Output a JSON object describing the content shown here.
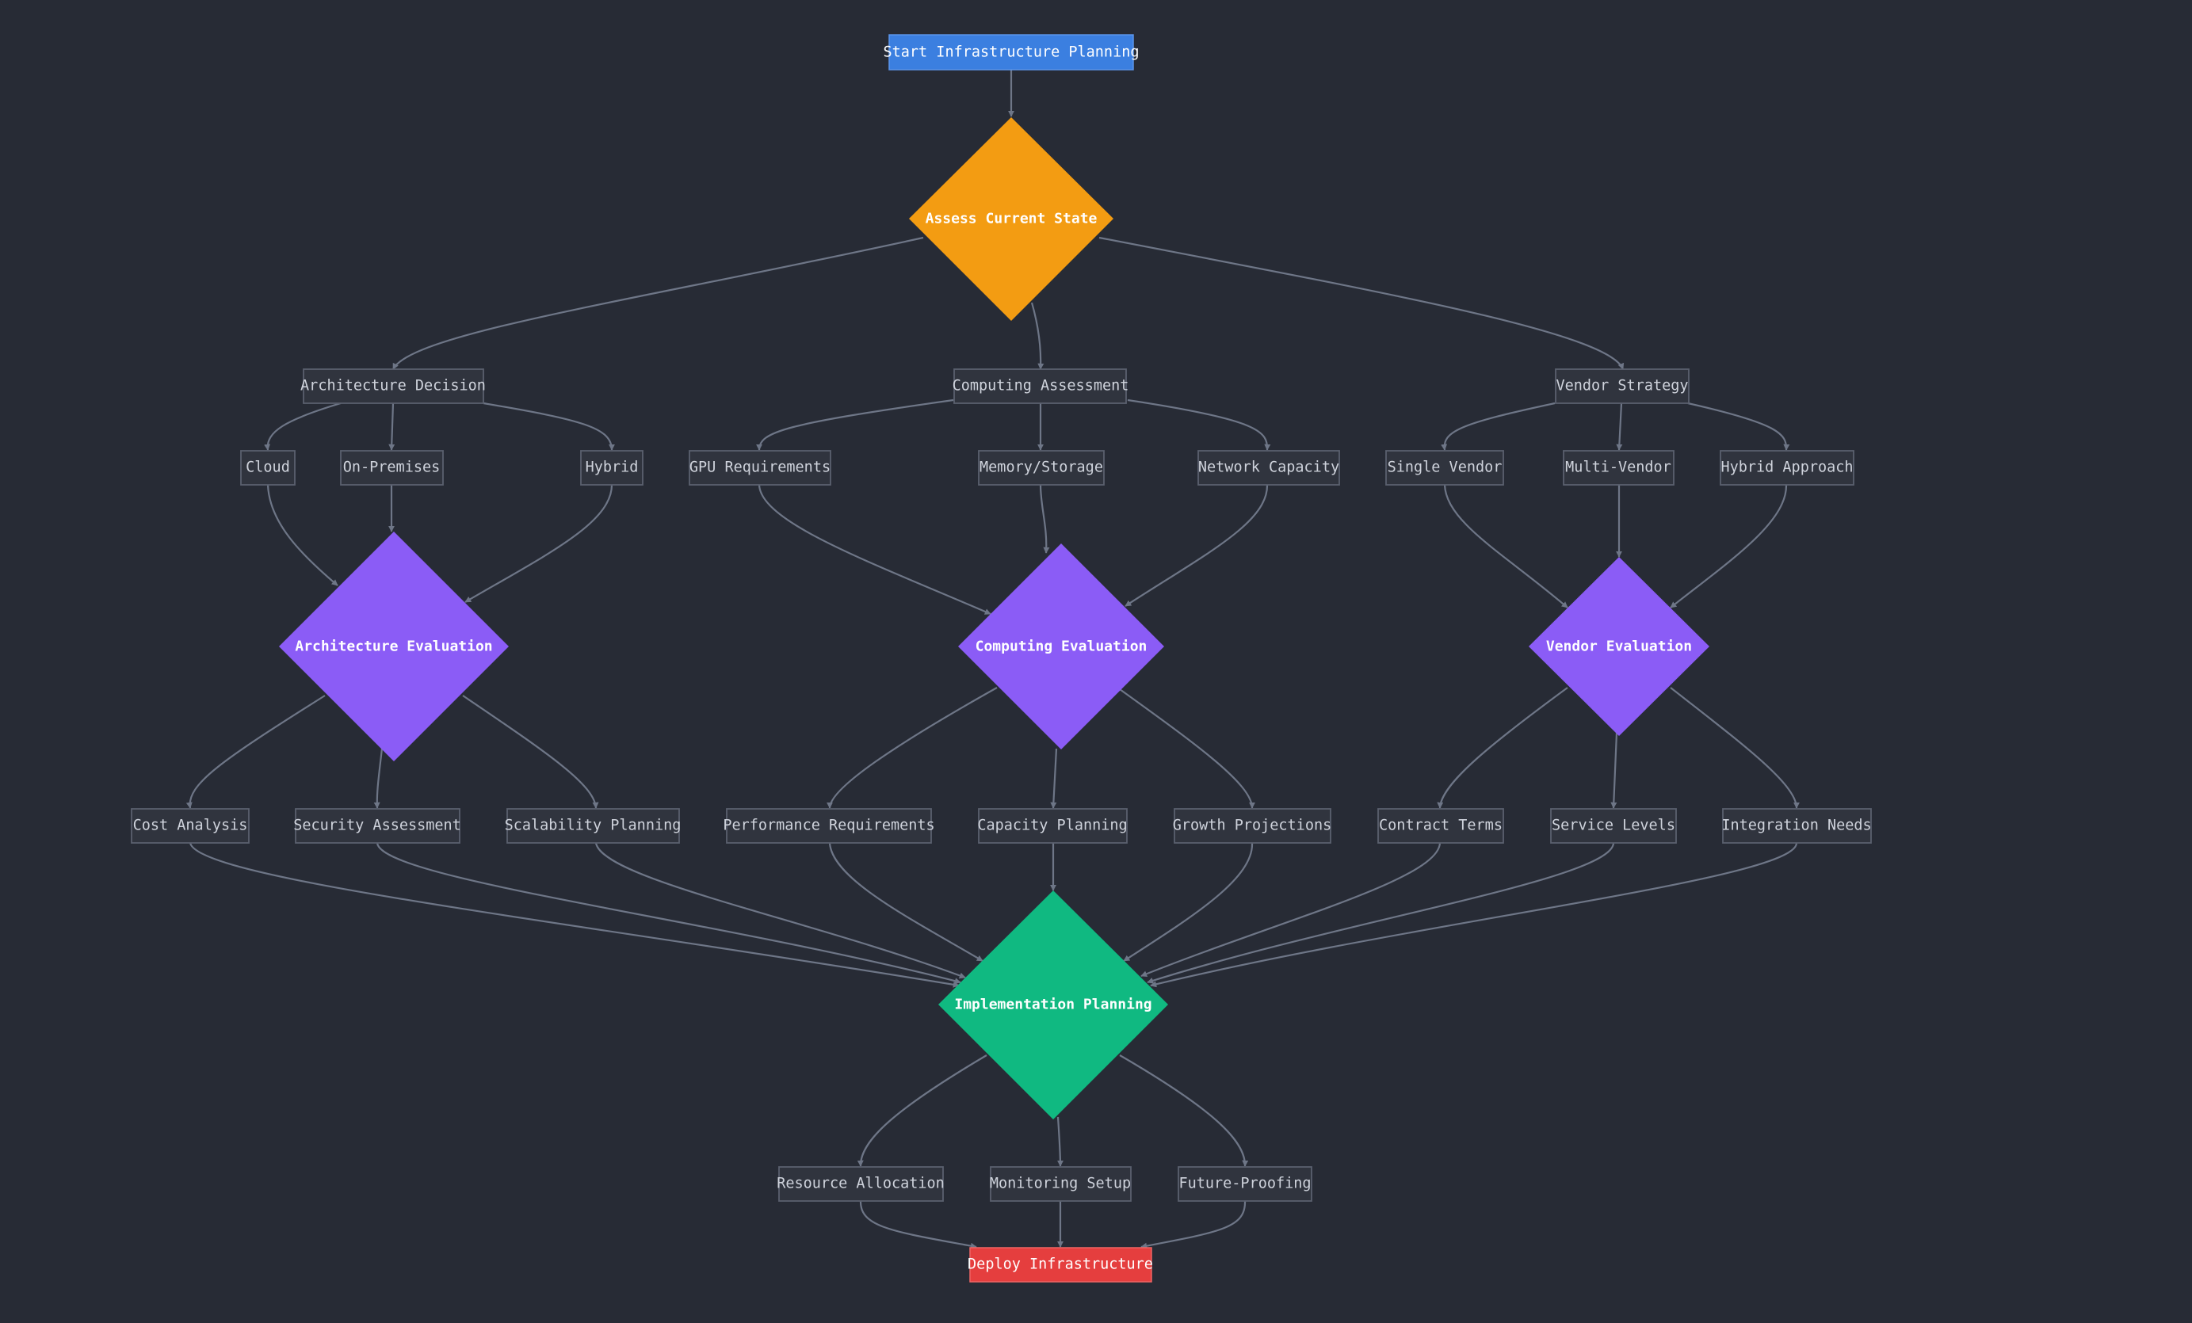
{
  "colors": {
    "background": "#272b35",
    "start": "#3b7fe0",
    "assess": "#f39c12",
    "evaluation": "#8b5cf6",
    "implementation": "#10b981",
    "deploy": "#e53e3e",
    "edge": "#6e7687",
    "box_fill": "#30343e",
    "box_border": "#5a606e"
  },
  "nodes": {
    "start": "Start Infrastructure Planning",
    "assess": "Assess Current State",
    "arch_decision": "Architecture Decision",
    "computing_assessment": "Computing Assessment",
    "vendor_strategy": "Vendor Strategy",
    "cloud": "Cloud",
    "on_premises": "On-Premises",
    "hybrid": "Hybrid",
    "gpu": "GPU Requirements",
    "memory": "Memory/Storage",
    "network": "Network Capacity",
    "single_vendor": "Single Vendor",
    "multi_vendor": "Multi-Vendor",
    "hybrid_approach": "Hybrid Approach",
    "arch_eval": "Architecture Evaluation",
    "computing_eval": "Computing Evaluation",
    "vendor_eval": "Vendor Evaluation",
    "cost": "Cost Analysis",
    "security": "Security Assessment",
    "scalability": "Scalability Planning",
    "performance": "Performance Requirements",
    "capacity": "Capacity Planning",
    "growth": "Growth Projections",
    "contract": "Contract Terms",
    "service": "Service Levels",
    "integration": "Integration Needs",
    "implementation": "Implementation Planning",
    "resource": "Resource Allocation",
    "monitoring": "Monitoring Setup",
    "future": "Future-Proofing",
    "deploy": "Deploy Infrastructure"
  }
}
